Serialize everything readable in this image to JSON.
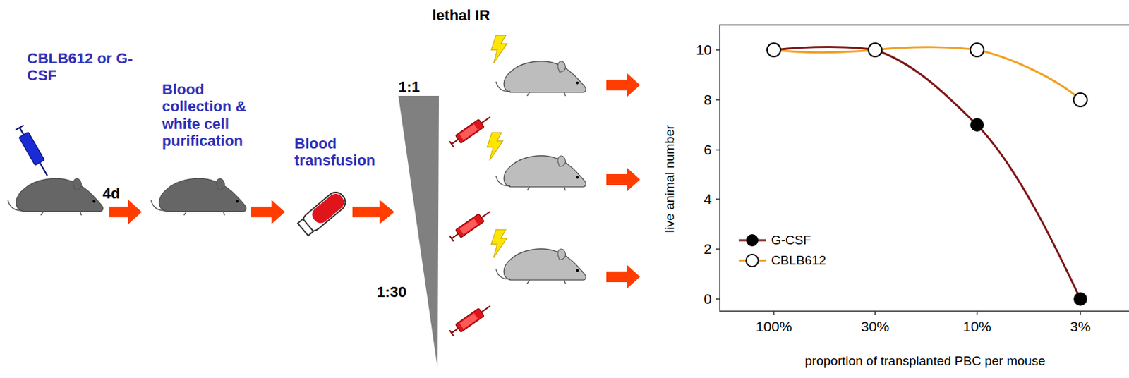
{
  "diagram": {
    "labels": [
      "CBLB612 or G-CSF",
      "4d",
      "Blood collection & white cell purification",
      "Blood transfusion",
      "lethal IR",
      "1:1",
      "1:30",
      "live animal number",
      "10",
      "8",
      "6",
      "4",
      "2",
      "0",
      "100%",
      "30%",
      "10%",
      "3%",
      "proportion of transplanted PBC per mouse"
    ],
    "legend": [
      {
        "text": "G-CSF"
      },
      {
        "text": "CBLB612"
      }
    ]
  }
}
